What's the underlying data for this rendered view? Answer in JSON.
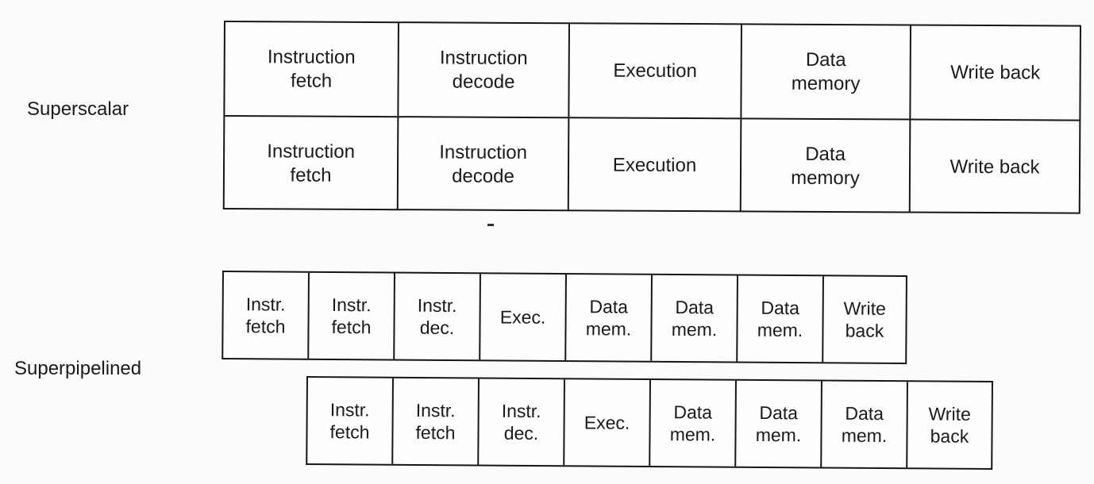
{
  "superscalar": {
    "label": "Superscalar",
    "rows": [
      [
        "Instruction\nfetch",
        "Instruction\ndecode",
        "Execution",
        "Data\nmemory",
        "Write back"
      ],
      [
        "Instruction\nfetch",
        "Instruction\ndecode",
        "Execution",
        "Data\nmemory",
        "Write back"
      ]
    ]
  },
  "superpipelined": {
    "label": "Superpipelined",
    "rows": [
      [
        "Instr.\nfetch",
        "Instr.\nfetch",
        "Instr.\ndec.",
        "Exec.",
        "Data\nmem.",
        "Data\nmem.",
        "Data\nmem.",
        "Write\nback"
      ],
      [
        "Instr.\nfetch",
        "Instr.\nfetch",
        "Instr.\ndec.",
        "Exec.",
        "Data\nmem.",
        "Data\nmem.",
        "Data\nmem.",
        "Write\nback"
      ]
    ]
  }
}
